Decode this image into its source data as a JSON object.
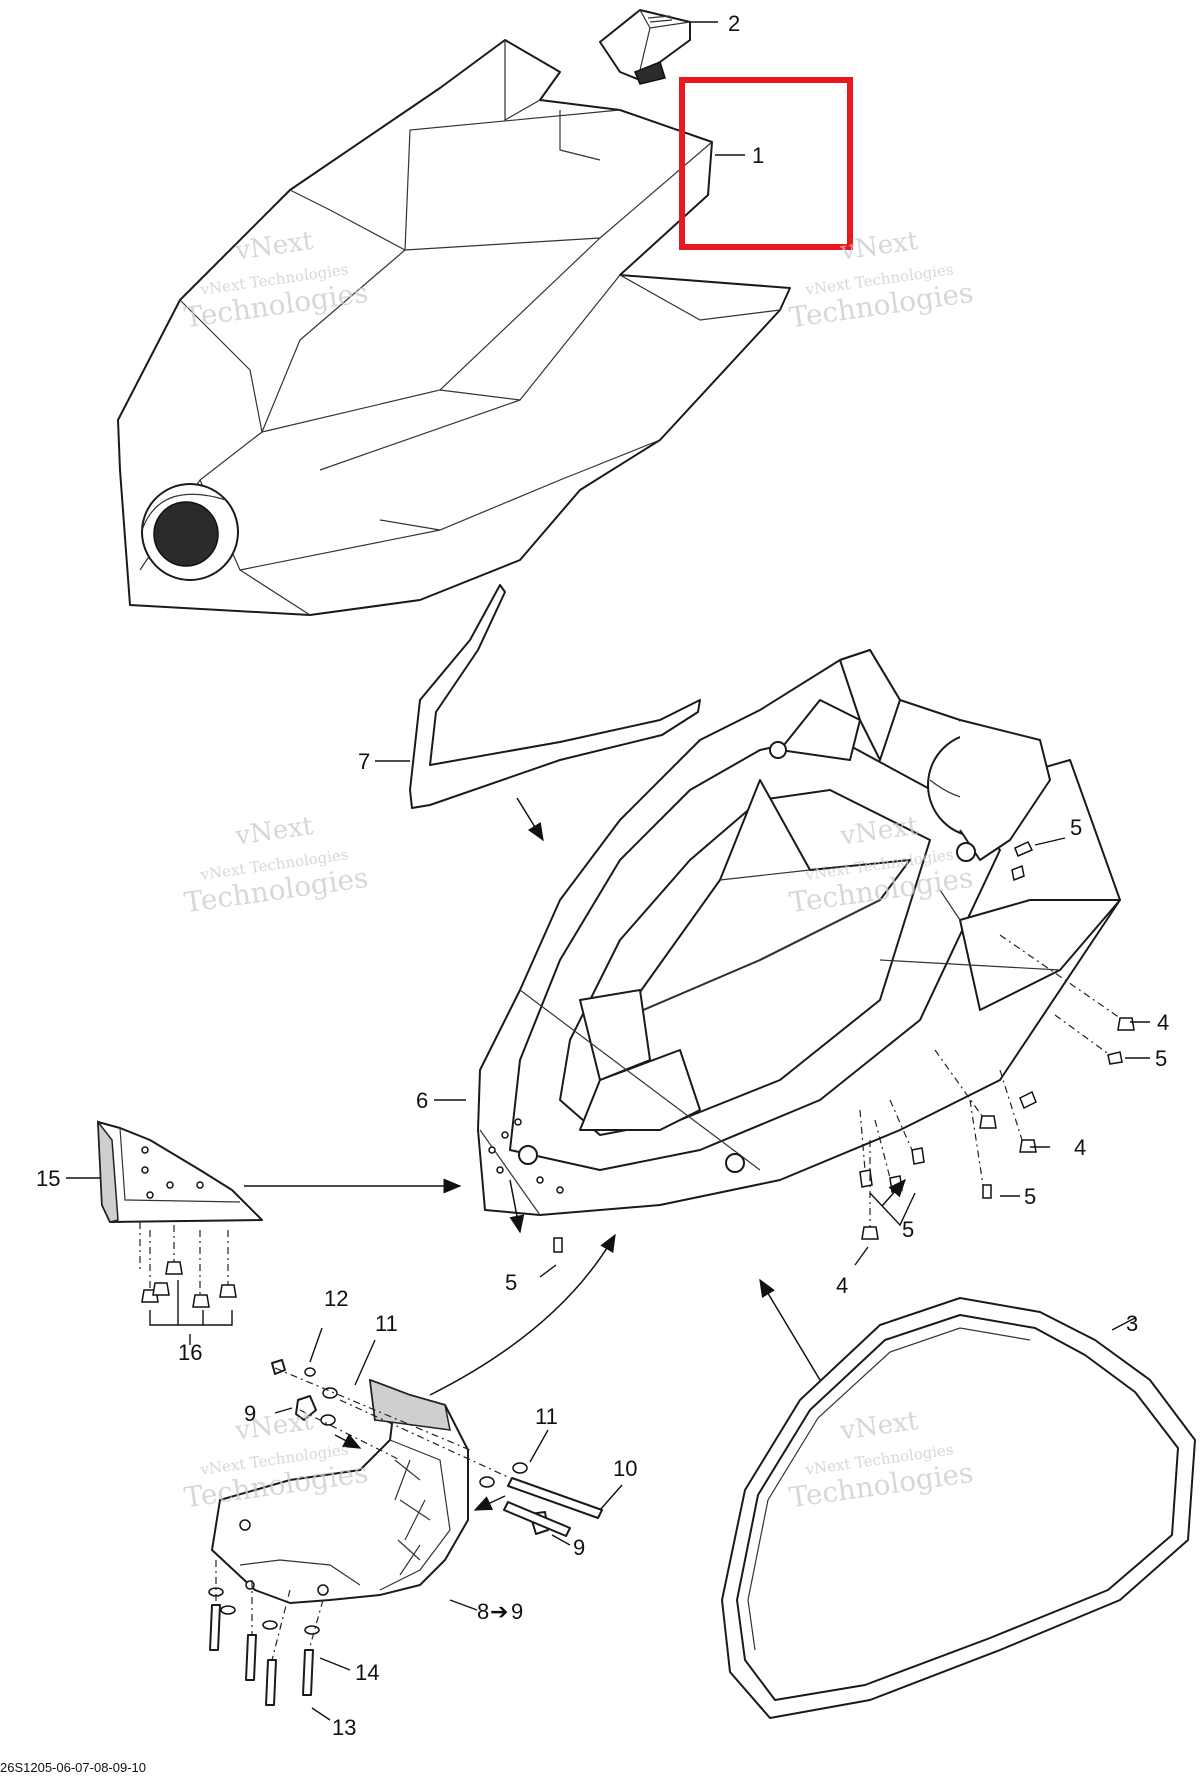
{
  "diagram": {
    "part_numbers": {
      "p1": "1",
      "p2": "2",
      "p3": "3",
      "p4": "4",
      "p5": "5",
      "p6": "6",
      "p7": "7",
      "p8": "8",
      "p8_arrow_9": "➔",
      "p9": "9",
      "p10": "10",
      "p11": "11",
      "p12": "12",
      "p13": "13",
      "p14": "14",
      "p15": "15",
      "p16": "16"
    },
    "watermark": [
      "vNext",
      "vNext Technologies",
      "Technologies"
    ],
    "drawing_code": "26S1205-06-07-08-09-10",
    "highlight_color": "#e8191f"
  }
}
